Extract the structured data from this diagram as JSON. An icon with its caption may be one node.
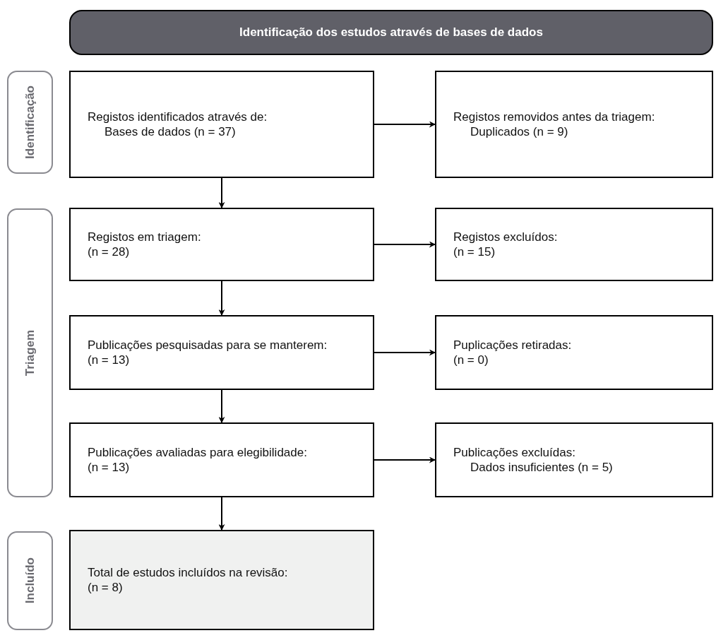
{
  "diagram": {
    "nodes": [
      {
        "text": [
          "Identificação dos estudos através de bases de dados"
        ]
      },
      {
        "text": [
          "Identificação"
        ]
      },
      {
        "text": [
          "Triagem"
        ]
      },
      {
        "text": [
          "Incluído"
        ]
      },
      {
        "text": [
          "Registos identificados através de:",
          "Bases de dados (n = 37)"
        ]
      },
      {
        "text": [
          "Registos removidos antes da triagem:",
          "Duplicados (n = 9)"
        ]
      },
      {
        "text": [
          "Registos em triagem:",
          "(n = 28)"
        ]
      },
      {
        "text": [
          "Registos excluídos:",
          "(n = 15)"
        ]
      },
      {
        "text": [
          "Publicações pesquisadas para se manterem:",
          "(n = 13)"
        ]
      },
      {
        "text": [
          "Puplicações retiradas:",
          "(n = 0)"
        ]
      },
      {
        "text": [
          "Publicações avaliadas para elegibilidade:",
          "(n = 13)"
        ]
      },
      {
        "text": [
          "Publicações excluídas:",
          "Dados insuficientes (n = 5)"
        ]
      },
      {
        "text": [
          "Total de estudos incluídos na revisão:",
          "(n = 8)"
        ]
      }
    ],
    "edges": [
      {
        "from": 4,
        "to": 5,
        "arrow": "to"
      },
      {
        "from": 4,
        "to": 6,
        "arrow": "to"
      },
      {
        "from": 6,
        "to": 7,
        "arrow": "to"
      },
      {
        "from": 6,
        "to": 8,
        "arrow": "to"
      },
      {
        "from": 8,
        "to": 9,
        "arrow": "to"
      },
      {
        "from": 8,
        "to": 10,
        "arrow": "to"
      },
      {
        "from": 10,
        "to": 11,
        "arrow": "to"
      },
      {
        "from": 10,
        "to": 12,
        "arrow": "to"
      }
    ]
  }
}
